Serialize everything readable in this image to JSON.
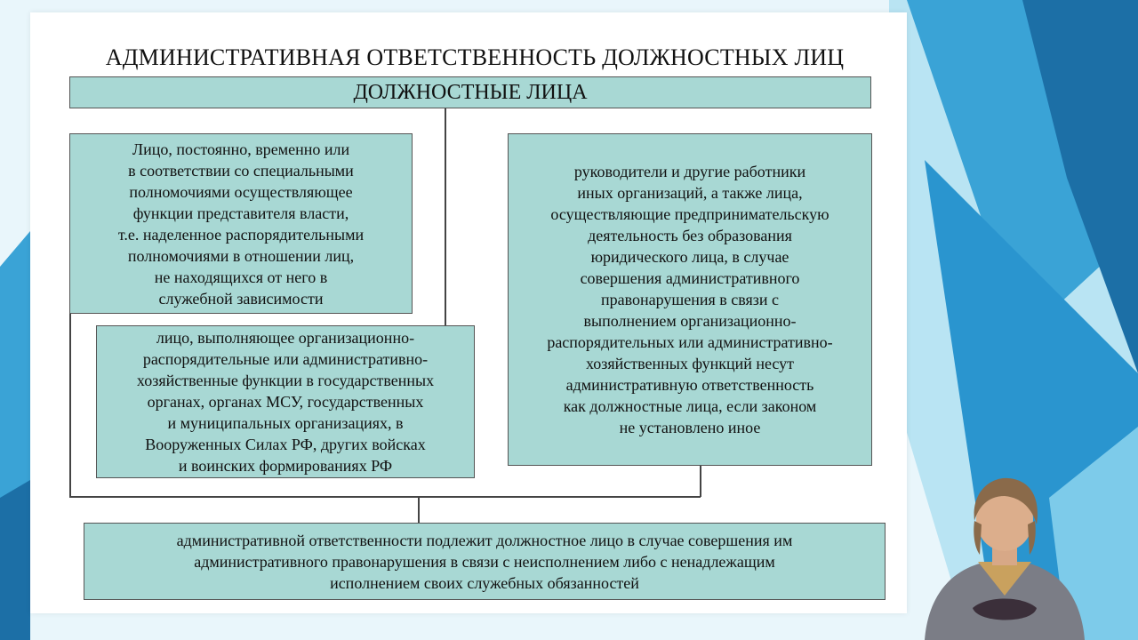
{
  "slide": {
    "title": "АДМИНИСТРАТИВНАЯ ОТВЕТСТВЕННОСТЬ ДОЛЖНОСТНЫХ ЛИЦ",
    "header": "ДОЛЖНОСТНЫЕ ЛИЦА",
    "left_top_lines": [
      "Лицо, постоянно, временно или",
      "в соответствии со специальными",
      "полномочиями осуществляющее",
      "функции представителя власти,",
      "т.е. наделенное распорядительными",
      "полномочиями в отношении лиц,",
      "не находящихся от него в",
      "служебной зависимости"
    ],
    "left_bottom_lines": [
      "лицо, выполняющее организационно-",
      "распорядительные или административно-",
      "хозяйственные функции в государственных",
      "органах, органах МСУ, государственных",
      "и муниципальных организациях, в",
      "Вооруженных Силах РФ, других войсках",
      "и воинских формированиях РФ"
    ],
    "right_lines": [
      "руководители и другие работники",
      "иных организаций, а также лица,",
      "осуществляющие предпринимательскую",
      "деятельность без образования",
      "юридического лица, в случае",
      "совершения административного",
      "правонарушения в связи с",
      "выполнением организационно-",
      "распорядительных или административно-",
      "хозяйственных функций несут",
      "административную ответственность",
      "как должностные лица, если законом",
      "не установлено иное"
    ],
    "bottom_lines": [
      "административной ответственности подлежит должностное лицо в случае совершения им",
      "административного правонарушения в связи с неисполнением либо с ненадлежащим",
      "исполнением своих служебных обязанностей"
    ]
  },
  "colors": {
    "box_fill": "#a8d8d4",
    "box_border": "#555555",
    "bg_blue_dark": "#1d7fb5",
    "bg_blue_light": "#8fd3ec"
  }
}
